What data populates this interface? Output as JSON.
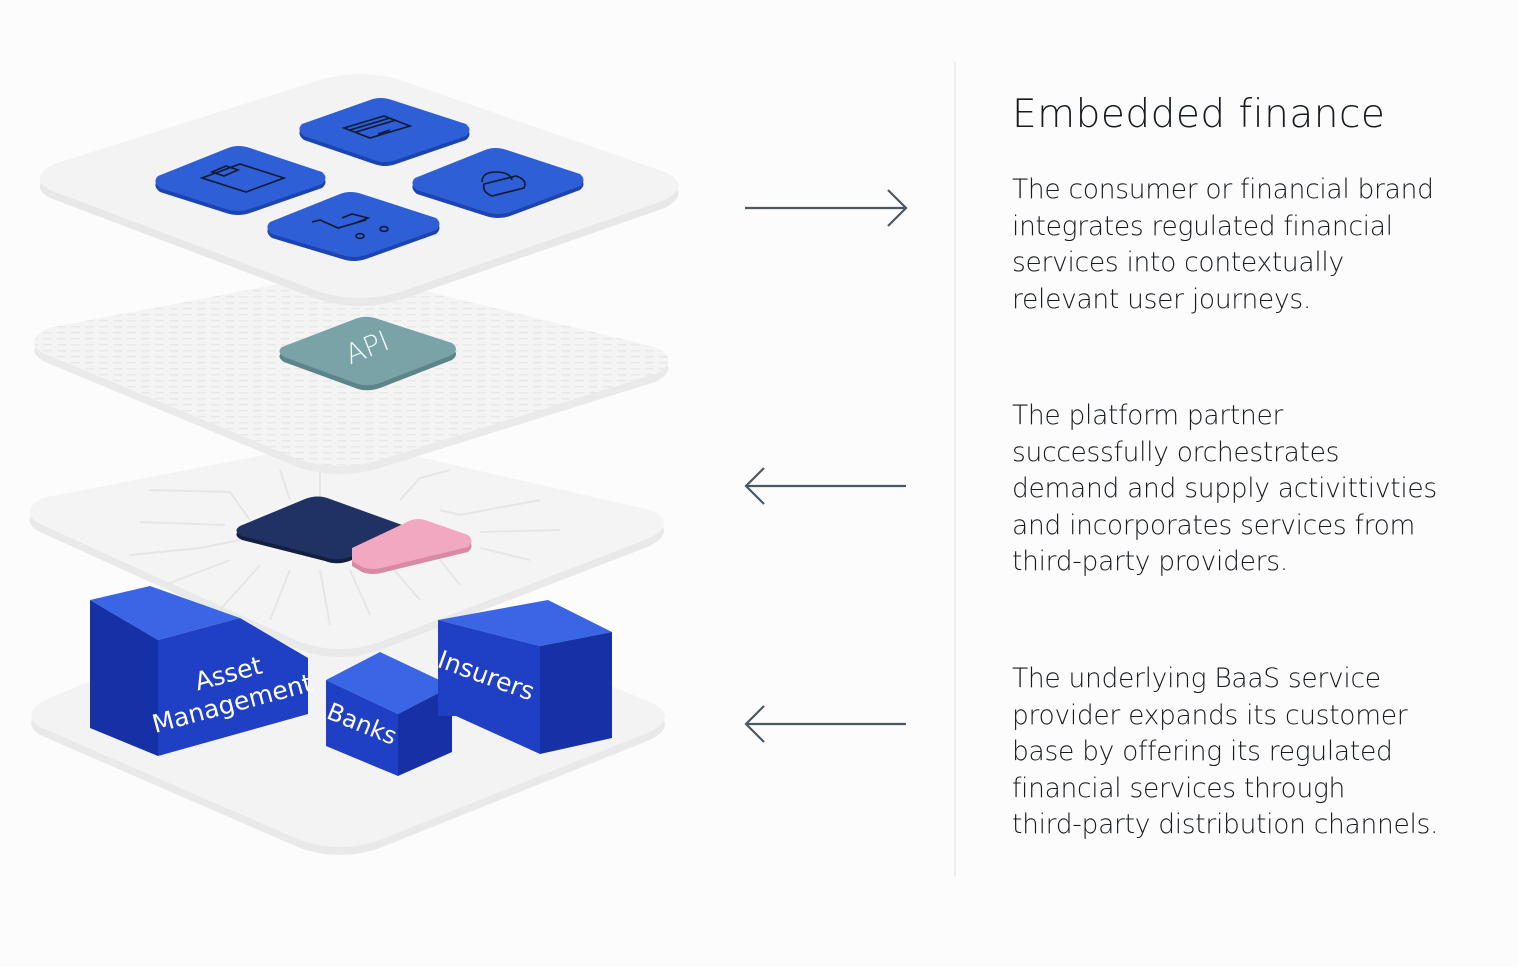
{
  "title": "Embedded finance",
  "layers": [
    {
      "name": "consumer-brand-layer",
      "tiles": [
        {
          "icon": "credit-card-icon"
        },
        {
          "icon": "wallet-icon"
        },
        {
          "icon": "lock-icon"
        },
        {
          "icon": "shopping-cart-icon"
        }
      ]
    },
    {
      "name": "api-layer",
      "chip_label": "API"
    },
    {
      "name": "platform-partner-layer",
      "chips": [
        {
          "color": "#1f3263"
        },
        {
          "color": "#f1a8c0"
        }
      ]
    },
    {
      "name": "baas-provider-layer",
      "blocks": [
        {
          "label_line1": "Asset",
          "label_line2": "Management"
        },
        {
          "label_line1": "Banks",
          "label_line2": ""
        },
        {
          "label_line1": "Insurers",
          "label_line2": ""
        }
      ]
    }
  ],
  "arrows": [
    {
      "direction": "right",
      "icon": "arrow-right-icon"
    },
    {
      "direction": "left",
      "icon": "arrow-left-icon"
    },
    {
      "direction": "left",
      "icon": "arrow-left-icon"
    }
  ],
  "descriptions": [
    {
      "lines": [
        "The consumer or financial brand",
        "integrates regulated financial",
        "services into contextually",
        "relevant user journeys."
      ]
    },
    {
      "lines": [
        "The platform partner",
        "successfully orchestrates",
        "demand and supply activittivties",
        "and incorporates services from",
        "third-party providers."
      ]
    },
    {
      "lines": [
        "The underlying BaaS service",
        "provider expands its customer",
        "base by offering its regulated",
        "financial services through",
        "third-party distribution channels."
      ]
    }
  ],
  "colors": {
    "tile_blue": "#2f5fd6",
    "tile_edge": "#1c44b0",
    "api_teal": "#7aa3a8",
    "block_top": "#3a66e6",
    "block_front": "#1f3fc4",
    "block_side": "#1631a6",
    "platform": "#f2f2f2",
    "arrow": "#4a5862"
  }
}
